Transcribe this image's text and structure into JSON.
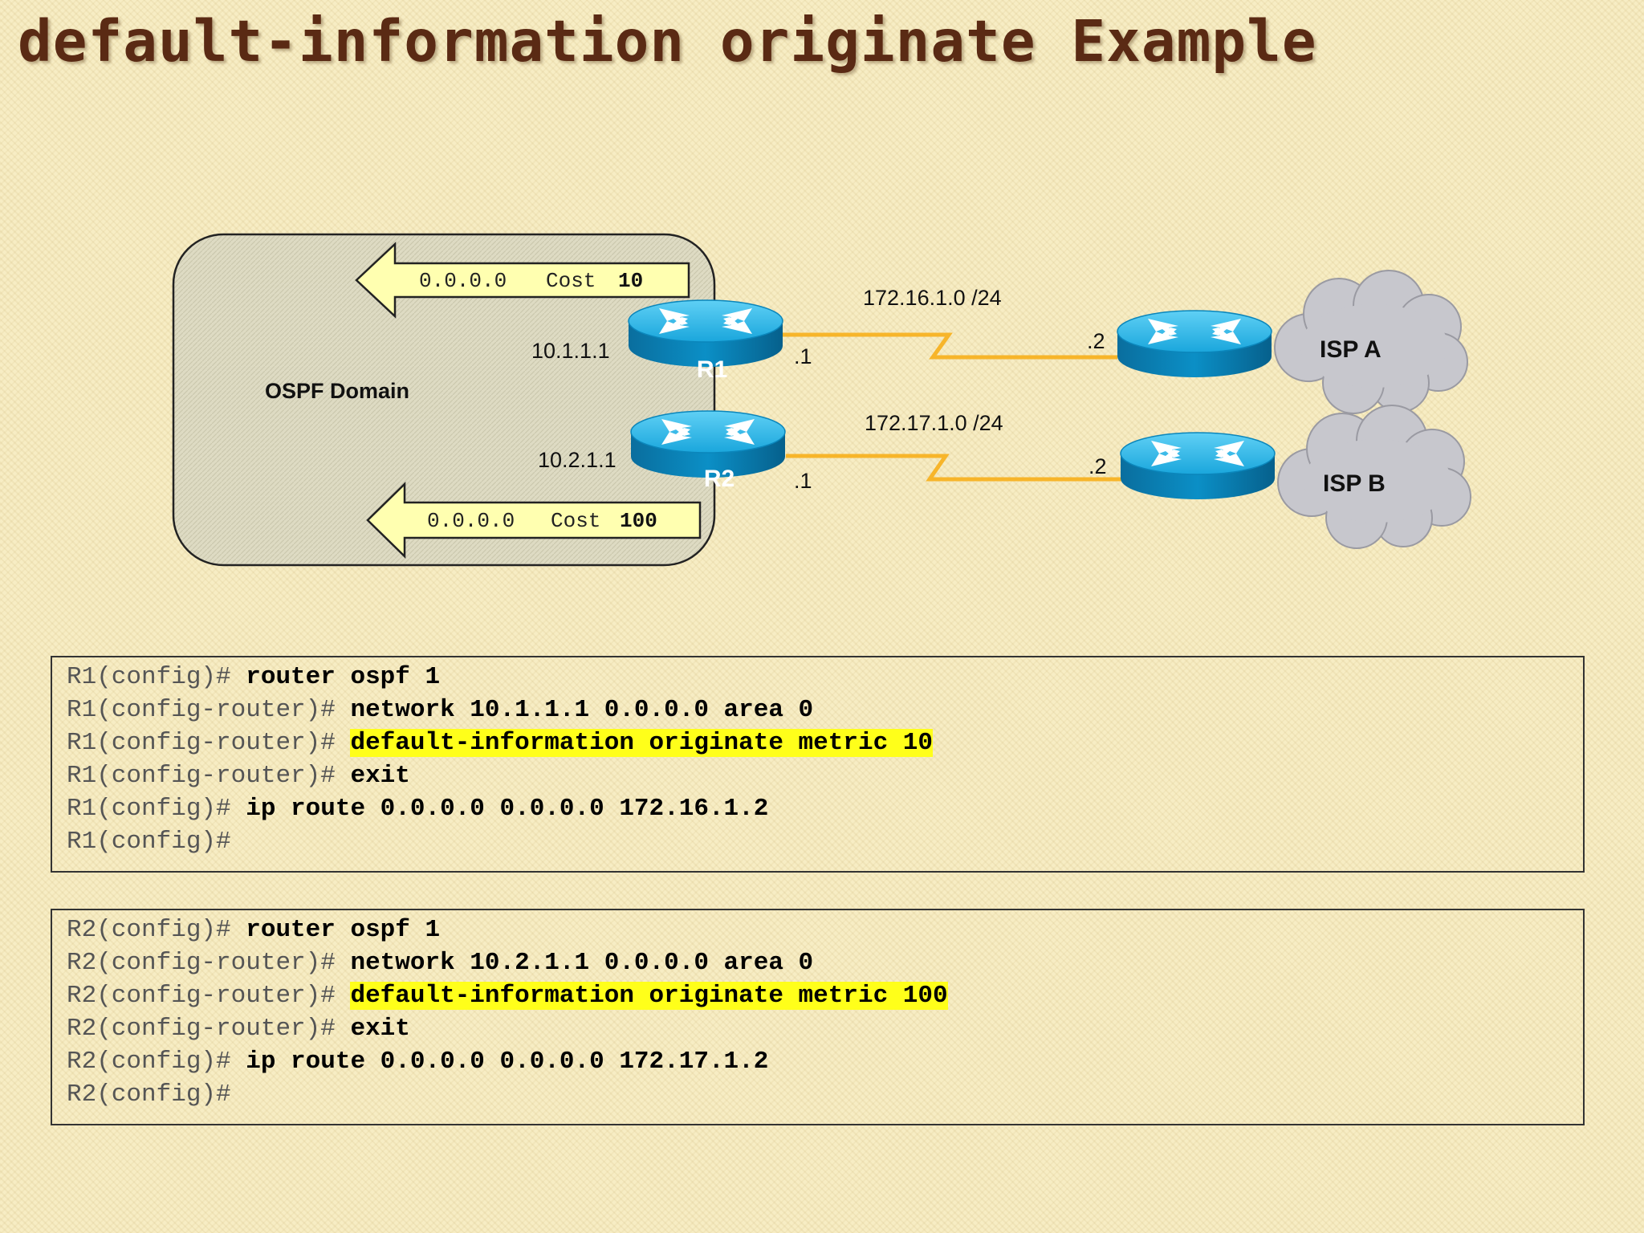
{
  "title": "default-information originate Example",
  "diagram": {
    "domain_label": "OSPF Domain",
    "advert_r1": {
      "prefix": "0.0.0.0",
      "cost_label": "Cost",
      "cost_value": "10"
    },
    "advert_r2": {
      "prefix": "0.0.0.0",
      "cost_label": "Cost",
      "cost_value": "100"
    },
    "r1": {
      "name": "R1",
      "router_id": "10.1.1.1",
      "interface": ".1"
    },
    "r2": {
      "name": "R2",
      "router_id": "10.2.1.1",
      "interface": ".1"
    },
    "link_a": {
      "subnet": "172.16.1.0 /24",
      "remote_interface": ".2"
    },
    "link_b": {
      "subnet": "172.17.1.0 /24",
      "remote_interface": ".2"
    },
    "isp_a": {
      "name": "ISP A"
    },
    "isp_b": {
      "name": "ISP B"
    },
    "colors": {
      "router": "#0a8fc4",
      "link": "#f7b52a",
      "cloud": "#c9c9cf",
      "arrow": "#ffffb0",
      "highlight": "#ffff1a"
    }
  },
  "config_r1": [
    {
      "prompt": "R1(config)# ",
      "cmd": "router ospf 1",
      "highlight": false
    },
    {
      "prompt": "R1(config-router)# ",
      "cmd": "network 10.1.1.1 0.0.0.0 area 0",
      "highlight": false
    },
    {
      "prompt": "R1(config-router)# ",
      "cmd": "default-information originate metric 10",
      "highlight": true
    },
    {
      "prompt": "R1(config-router)# ",
      "cmd": "exit",
      "highlight": false
    },
    {
      "prompt": "R1(config)# ",
      "cmd": "ip route 0.0.0.0 0.0.0.0 172.16.1.2",
      "highlight": false
    },
    {
      "prompt": "R1(config)#",
      "cmd": "",
      "highlight": false
    }
  ],
  "config_r2": [
    {
      "prompt": "R2(config)# ",
      "cmd": "router ospf 1",
      "highlight": false
    },
    {
      "prompt": "R2(config-router)# ",
      "cmd": "network 10.2.1.1 0.0.0.0 area 0",
      "highlight": false
    },
    {
      "prompt": "R2(config-router)# ",
      "cmd": "default-information originate metric 100",
      "highlight": true
    },
    {
      "prompt": "R2(config-router)# ",
      "cmd": "exit",
      "highlight": false
    },
    {
      "prompt": "R2(config)# ",
      "cmd": "ip route 0.0.0.0 0.0.0.0 172.17.1.2",
      "highlight": false
    },
    {
      "prompt": "R2(config)#",
      "cmd": "",
      "highlight": false
    }
  ]
}
